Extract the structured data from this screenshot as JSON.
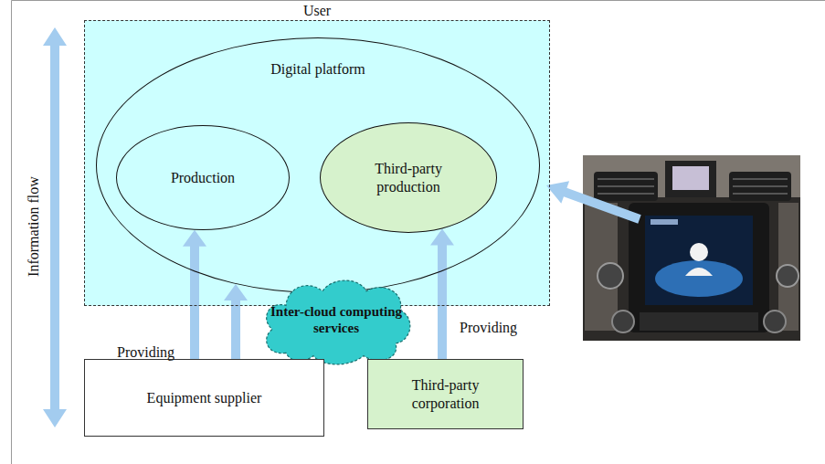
{
  "diagram": {
    "nodes": [
      {
        "text": [
          "User"
        ]
      },
      {
        "text": [
          "Digital platform"
        ],
        "in": 0
      },
      {
        "text": [
          "Production"
        ],
        "in": 1
      },
      {
        "text": [
          "Third-party production"
        ],
        "in": 1
      },
      {
        "text": [
          "Inter-cloud computing services"
        ]
      },
      {
        "text": [
          "Equipment supplier"
        ]
      },
      {
        "text": [
          "Third-party corporation"
        ]
      }
    ],
    "edges": [
      {
        "from": 5,
        "to": 2,
        "arrow": "to"
      },
      {
        "from": 5,
        "to": 1,
        "arrow": "to"
      },
      {
        "from": 6,
        "to": 3,
        "arrow": "to"
      }
    ],
    "labels": [
      "Information flow",
      "Providing",
      "Providing"
    ]
  }
}
